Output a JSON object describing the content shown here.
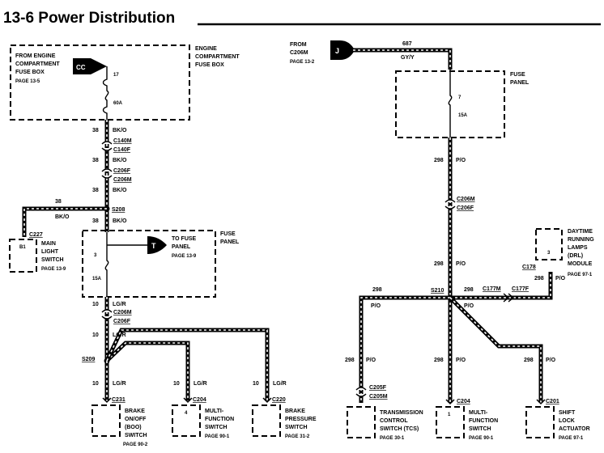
{
  "title": "13-6 Power Distribution",
  "left": {
    "engine_box_text": [
      "FROM ENGINE",
      "COMPARTMENT",
      "FUSE BOX",
      "PAGE 13-5"
    ],
    "engine_box_label": [
      "ENGINE",
      "COMPARTMENT",
      "FUSE BOX"
    ],
    "cc_tag": "CC",
    "fuse_num": "17",
    "fuse_amp": "60A",
    "seg1": {
      "circuit": "38",
      "color": "BK/O"
    },
    "conn1": [
      "C140M",
      "C140F"
    ],
    "seg2": {
      "circuit": "38",
      "color": "BK/O"
    },
    "conn2": [
      "C206F",
      "C206M"
    ],
    "seg3": {
      "circuit": "38",
      "color": "BK/O"
    },
    "splice_s208": "S208",
    "branch_s208": {
      "circuit": "38",
      "color": "BK/O"
    },
    "seg4": {
      "circuit": "38",
      "color": "BK/O"
    },
    "c227": "C227",
    "main_light": {
      "pin": "B1",
      "lines": [
        "MAIN",
        "LIGHT",
        "SWITCH",
        "PAGE 13-9"
      ]
    },
    "fuse_panel_label": [
      "FUSE",
      "PANEL"
    ],
    "to_fuse_panel": [
      "TO FUSE",
      "PANEL",
      "PAGE 13-9"
    ],
    "t_tag": "T",
    "fuse2_num": "3",
    "fuse2_amp": "15A",
    "seg5": {
      "circuit": "10",
      "color": "LG/R"
    },
    "conn3": [
      "C206M",
      "C206F"
    ],
    "seg6": {
      "circuit": "10",
      "color": "LG/R"
    },
    "splice_s209": "S209",
    "bottom_wires": [
      {
        "circuit": "10",
        "color": "LG/R"
      },
      {
        "circuit": "10",
        "color": "LG/R"
      },
      {
        "circuit": "10",
        "color": "LG/R"
      }
    ],
    "components": [
      {
        "conn": "C231",
        "pin": "",
        "lines": [
          "BRAKE",
          "ON/OFF",
          "(BOO)",
          "SWITCH",
          "PAGE 90-2"
        ]
      },
      {
        "conn": "C204",
        "pin": "4",
        "lines": [
          "MULTI-",
          "FUNCTION",
          "SWITCH",
          "PAGE 90-1"
        ]
      },
      {
        "conn": "C220",
        "pin": "",
        "lines": [
          "BRAKE",
          "PRESSURE",
          "SWITCH",
          "PAGE 31-2"
        ]
      }
    ]
  },
  "right": {
    "from": [
      "FROM",
      "C206M",
      "PAGE 13-2"
    ],
    "j_tag": "J",
    "top_wire": {
      "circuit": "687",
      "color": "GY/Y"
    },
    "fuse_panel_label": [
      "FUSE",
      "PANEL"
    ],
    "fuse_num": "7",
    "fuse_amp": "15A",
    "seg1": {
      "circuit": "298",
      "color": "P/O"
    },
    "conn1": [
      "C206M",
      "C206F"
    ],
    "seg2": {
      "circuit": "298",
      "color": "P/O"
    },
    "splice_s210": "S210",
    "left_branch": {
      "circuit": "298",
      "color": "P/O"
    },
    "right_branch": {
      "circuit": "298",
      "color": "P/O"
    },
    "conn_c177": [
      "C177M",
      "C177F"
    ],
    "c178": "C178",
    "drl_wire": {
      "circuit": "298",
      "color": "P/O"
    },
    "drl": {
      "pin": "3",
      "lines": [
        "DAYTIME",
        "RUNNING",
        "LAMPS",
        "(DRL)",
        "MODULE",
        "PAGE 97-1"
      ]
    },
    "bottom_wires": [
      {
        "circuit": "298",
        "color": "P/O"
      },
      {
        "circuit": "298",
        "color": "P/O"
      },
      {
        "circuit": "298",
        "color": "P/O"
      }
    ],
    "conn_c205": [
      "C205F",
      "C205M"
    ],
    "components": [
      {
        "conn": "",
        "pin": "",
        "lines": [
          "TRANSMISSION",
          "CONTROL",
          "SWITCH (TCS)",
          "PAGE 30-1"
        ]
      },
      {
        "conn": "C204",
        "pin": "1",
        "lines": [
          "MULTI-",
          "FUNCTION",
          "SWITCH",
          "PAGE 90-1"
        ]
      },
      {
        "conn": "C201",
        "pin": "",
        "lines": [
          "SHIFT",
          "LOCK",
          "ACTUATOR",
          "PAGE 97-1"
        ]
      }
    ]
  }
}
